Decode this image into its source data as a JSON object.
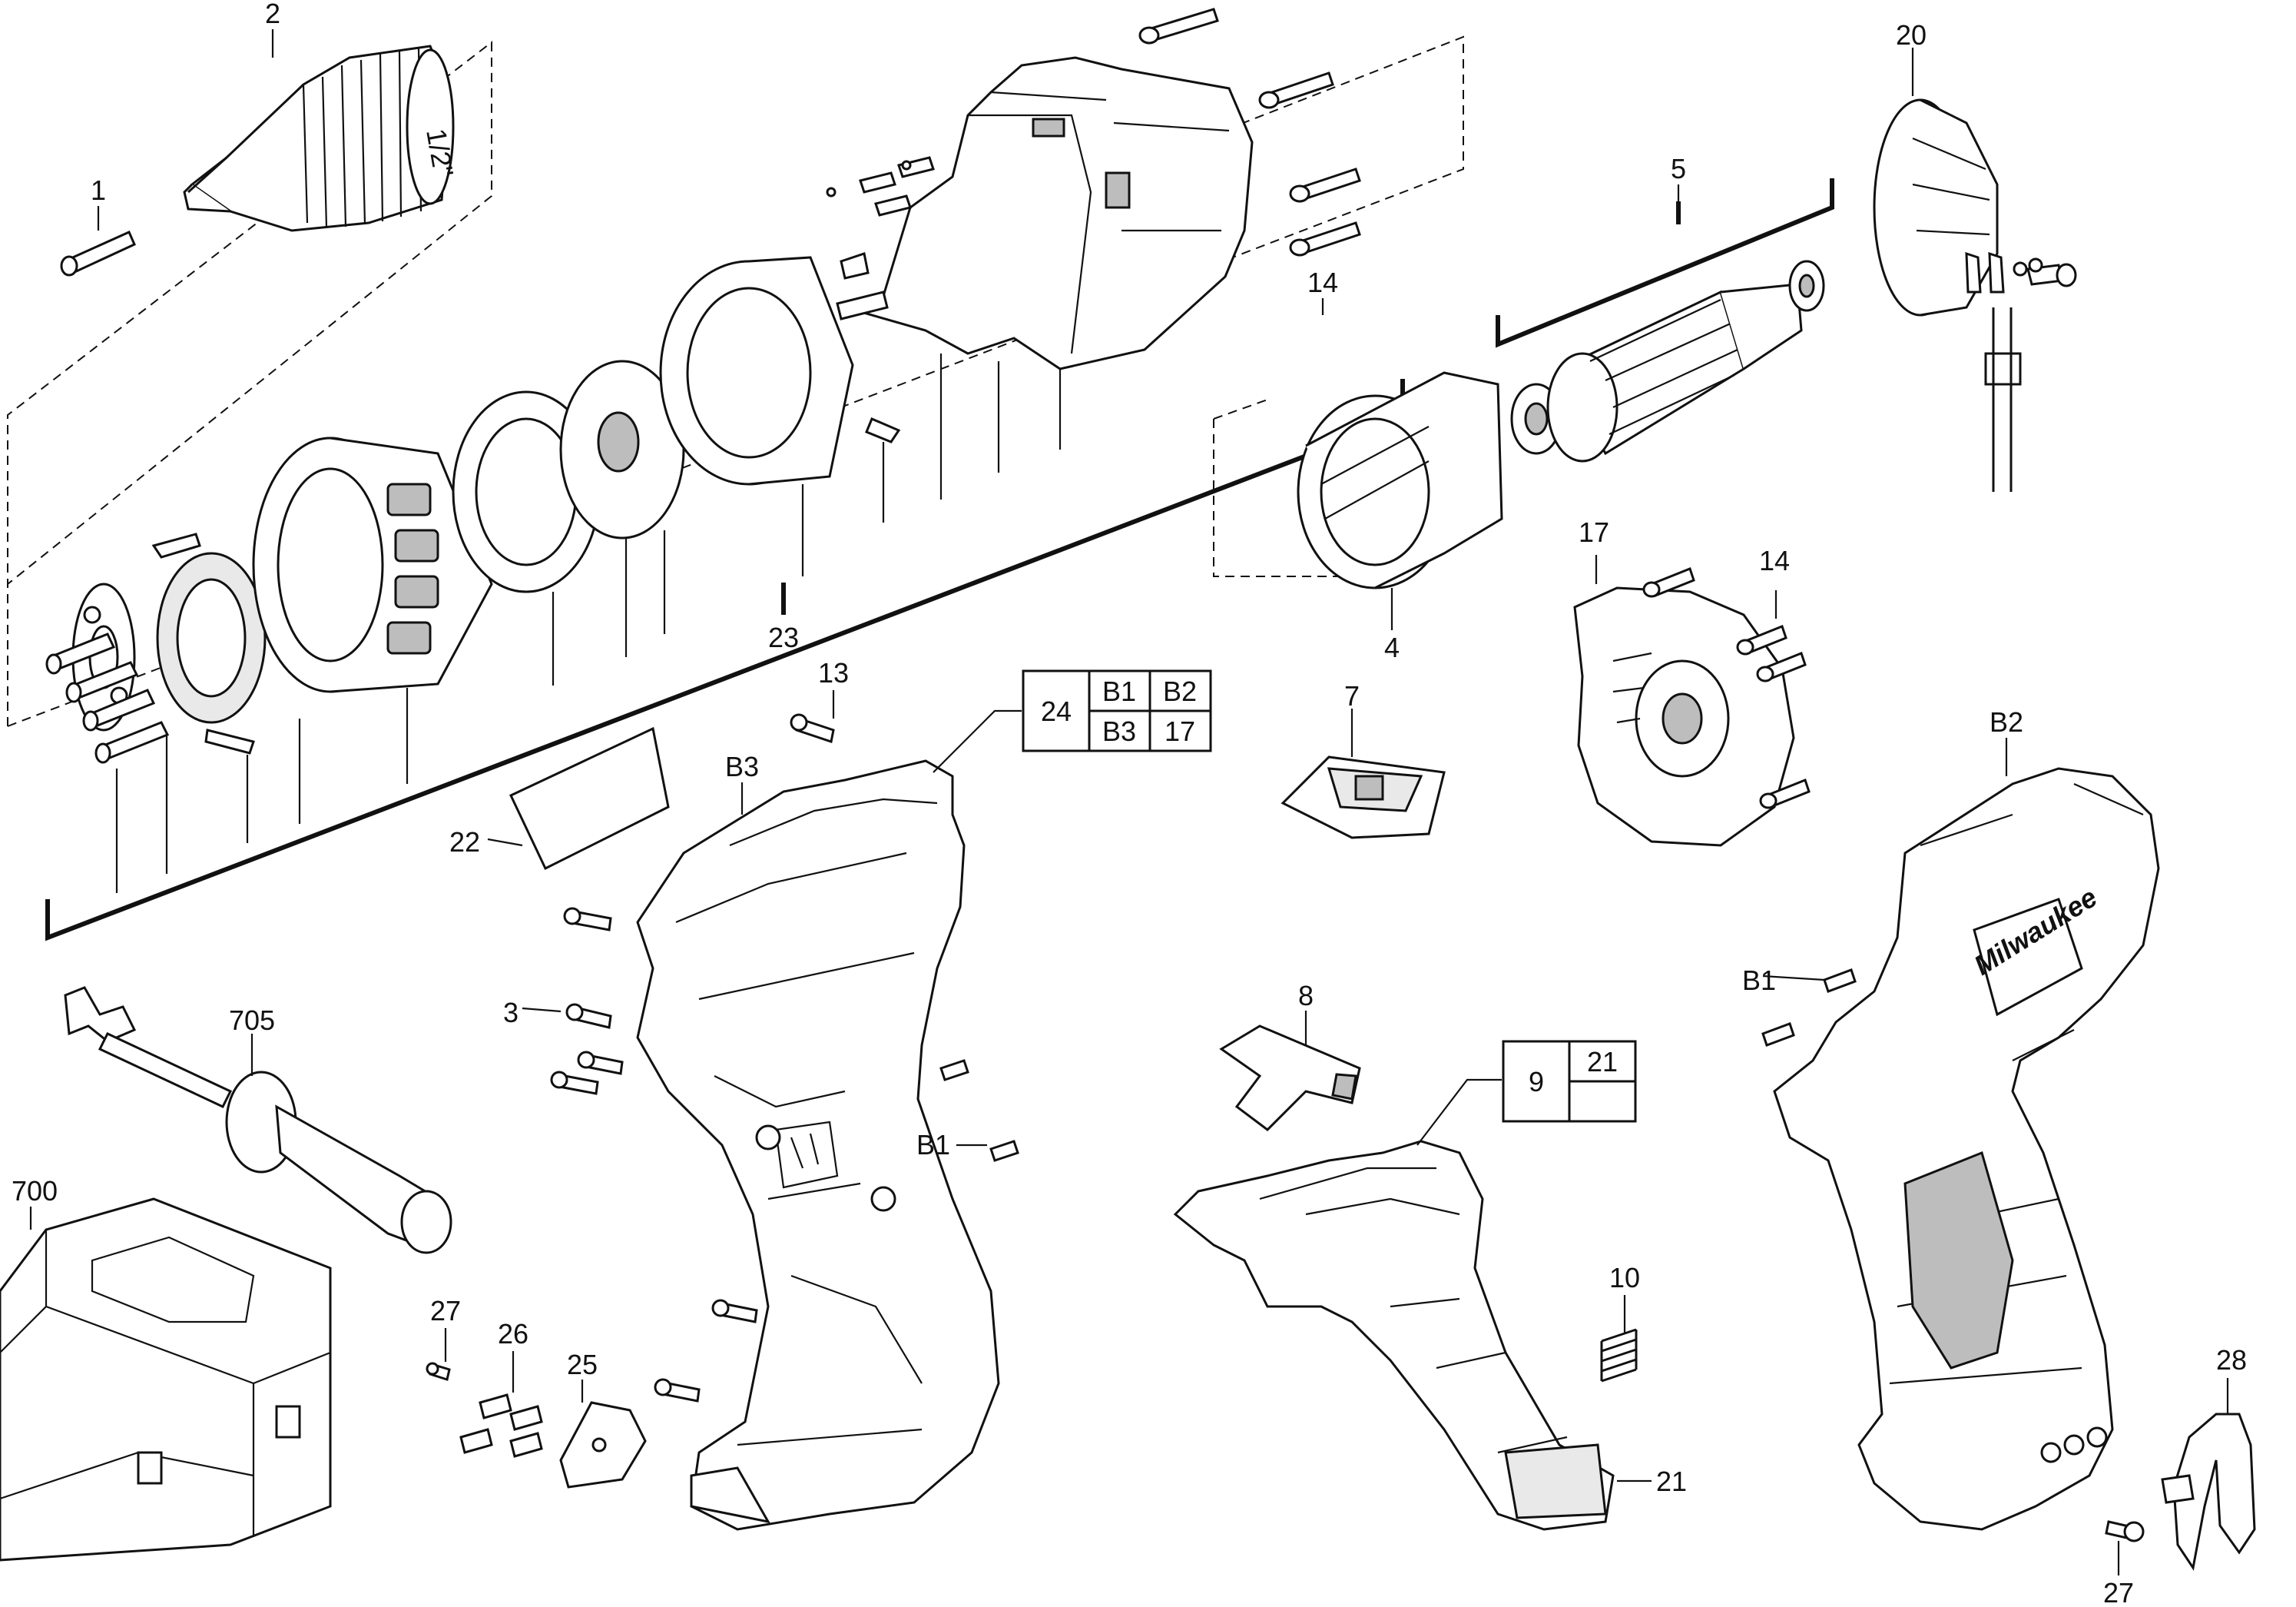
{
  "callouts": {
    "c1": "1",
    "c2": "2",
    "c3": "3",
    "c4": "4",
    "c5": "5",
    "c7": "7",
    "c8": "8",
    "c10": "10",
    "c13": "13",
    "c14a": "14",
    "c14b": "14",
    "c17": "17",
    "c20": "20",
    "c21": "21",
    "c22": "22",
    "c23": "23",
    "c25": "25",
    "c26": "26",
    "c27a": "27",
    "c27b": "27",
    "c28": "28",
    "c700": "700",
    "c705": "705",
    "cB1a": "B1",
    "cB1b": "B1",
    "cB2": "B2",
    "cB3": "B3"
  },
  "kits": {
    "kit24": {
      "id": "24",
      "cells": [
        "B1",
        "B2",
        "B3",
        "17"
      ]
    },
    "kit9": {
      "id": "9",
      "cells": [
        "21"
      ]
    }
  },
  "brand_text": "Milwaukee",
  "chuck_text": "1/2\""
}
